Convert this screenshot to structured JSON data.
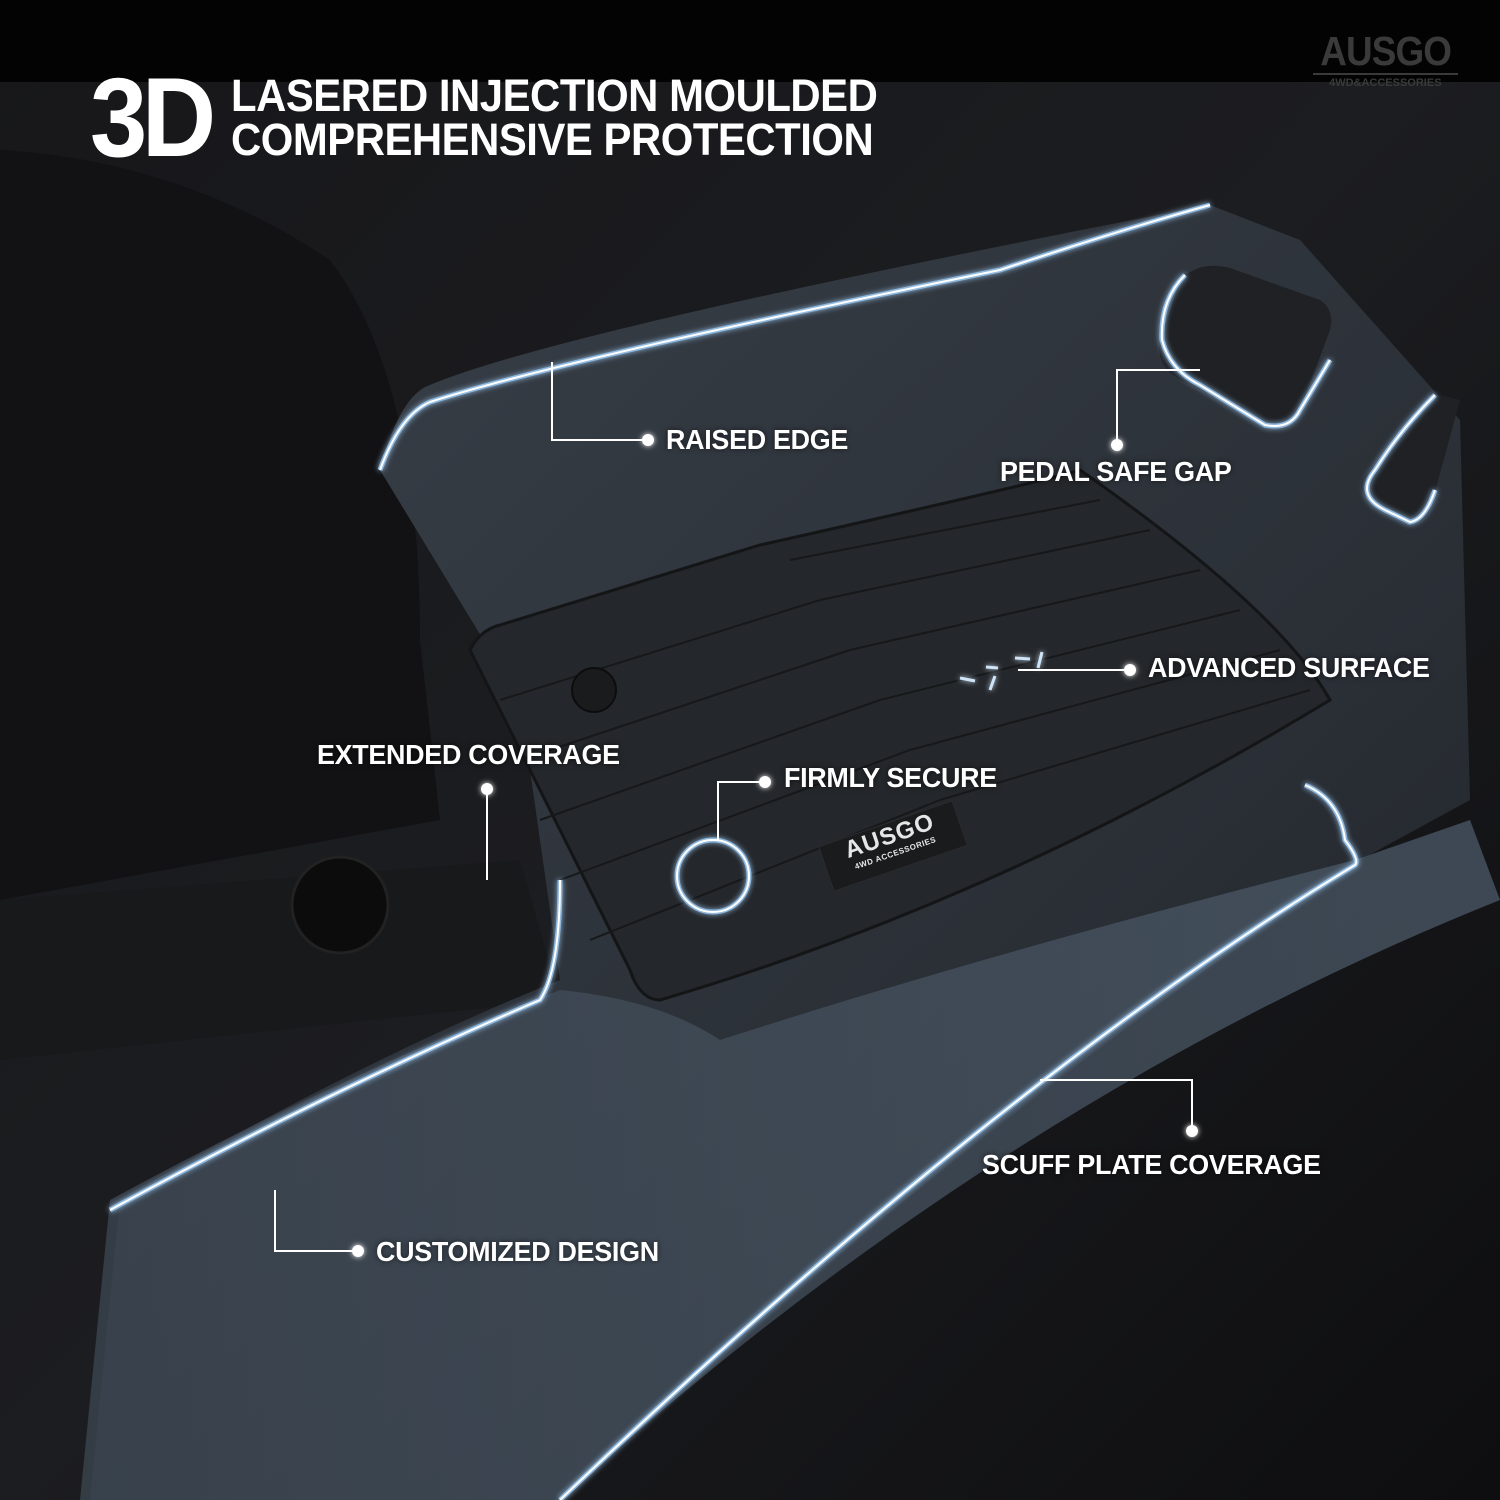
{
  "headline": {
    "prefix": "3D",
    "line1": "LASERED INJECTION MOULDED",
    "line2": "COMPREHENSIVE PROTECTION"
  },
  "brand": {
    "name": "AUSGO",
    "tagline": "4WD&ACCESSORIES"
  },
  "mat_badge": {
    "name": "AUSGO",
    "tagline": "4WD ACCESSORIES"
  },
  "callouts": [
    {
      "id": "raised-edge",
      "label": "RAISED EDGE"
    },
    {
      "id": "pedal-safe-gap",
      "label": "PEDAL SAFE GAP"
    },
    {
      "id": "advanced-surface",
      "label": "ADVANCED SURFACE"
    },
    {
      "id": "extended-coverage",
      "label": "EXTENDED COVERAGE"
    },
    {
      "id": "firmly-secure",
      "label": "FIRMLY SECURE"
    },
    {
      "id": "scuff-plate-coverage",
      "label": "SCUFF PLATE COVERAGE"
    },
    {
      "id": "customized-design",
      "label": "CUSTOMIZED DESIGN"
    }
  ],
  "colors": {
    "accent_glow": "#9cc8f0",
    "line_core": "#ffffff",
    "text": "#ffffff",
    "brand_grey": "#3a3a3a"
  }
}
